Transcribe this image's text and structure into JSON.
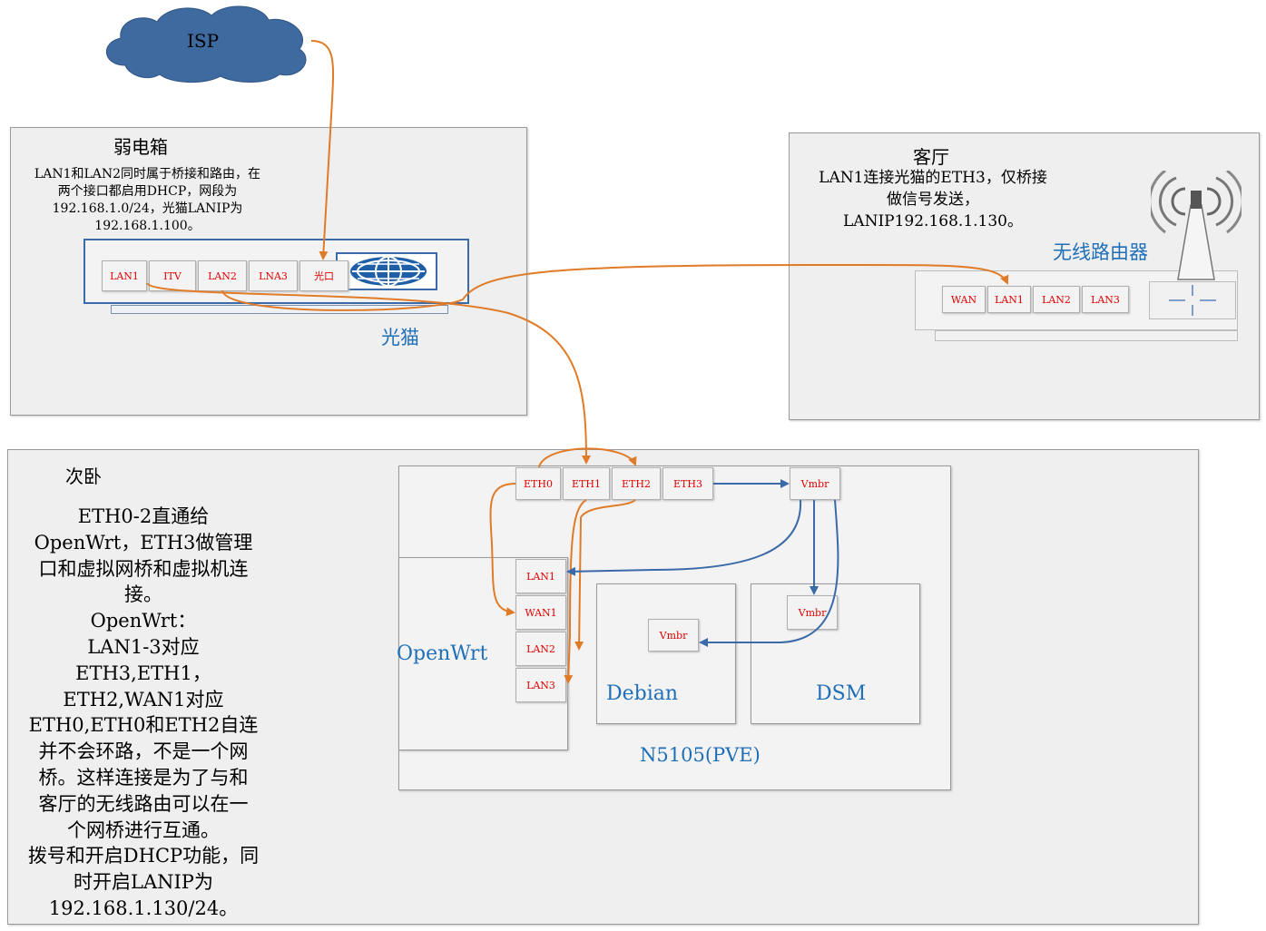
{
  "isp": {
    "label": "ISP"
  },
  "weak_box": {
    "title": "弱电箱",
    "note": "LAN1和LAN2同时属于桥接和路由，在\n两个接口都启用DHCP，网段为\n192.168.1.0/24，光猫LANIP为\n192.168.1.100。",
    "modem_label": "光猫",
    "ports": [
      "LAN1",
      "ITV",
      "LAN2",
      "LNA3",
      "光口"
    ]
  },
  "living_room": {
    "title": "客厅",
    "note": "LAN1连接光猫的ETH3，仅桥接\n做信号发送，\nLANIP192.168.1.130。",
    "router_label": "无线路由器",
    "ports": [
      "WAN",
      "LAN1",
      "LAN2",
      "LAN3"
    ]
  },
  "bedroom": {
    "title": "次卧",
    "note": "ETH0-2直通给\nOpenWrt，ETH3做管理\n口和虚拟网桥和虚拟机连\n接。\nOpenWrt：\nLAN1-3对应\nETH3,ETH1，\nETH2,WAN1对应\nETH0,ETH0和ETH2自连\n并不会环路，不是一个网\n桥。这样连接是为了与和\n客厅的无线路由可以在一\n个网桥进行互通。\n拨号和开启DHCP功能，同\n时开启LANIP为\n192.168.1.130/24。"
  },
  "pve": {
    "label": "N5105(PVE)",
    "eth_ports": [
      "ETH0",
      "ETH1",
      "ETH2",
      "ETH3"
    ],
    "vmbr": "Vmbr",
    "openwrt": {
      "label": "OpenWrt",
      "ports": [
        "LAN1",
        "WAN1",
        "LAN2",
        "LAN3"
      ]
    },
    "debian": {
      "label": "Debian",
      "vmbr": "Vmbr"
    },
    "dsm": {
      "label": "DSM",
      "vmbr": "Vmbr"
    }
  },
  "colors": {
    "orange_wire": "#e07b28",
    "blue_wire": "#3b6aa8",
    "port_text": "#e00000",
    "label_blue": "#1f6fb8"
  }
}
